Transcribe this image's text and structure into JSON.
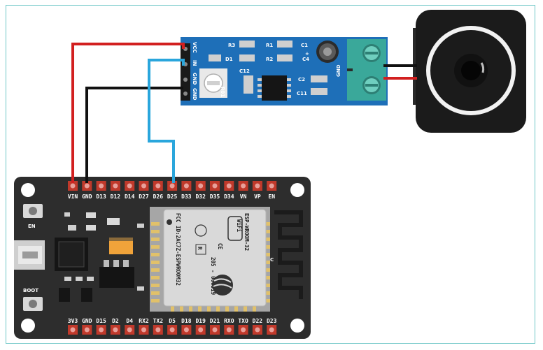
{
  "esp32": {
    "top_pins": [
      "VIN",
      "GND",
      "D13",
      "D12",
      "D14",
      "D27",
      "D26",
      "D25",
      "D33",
      "D32",
      "D35",
      "D34",
      "VN",
      "VP",
      "EN"
    ],
    "bottom_pins": [
      "3V3",
      "GND",
      "D15",
      "D2",
      "D4",
      "RX2",
      "TX2",
      "D5",
      "D18",
      "D19",
      "D21",
      "RXO",
      "TXO",
      "D22",
      "D23"
    ],
    "button_en": "EN",
    "button_boot": "BOOT",
    "module_lines": [
      "ESP-WROOM-32",
      "FCC ID:2AC7Z-ESPWROOM32",
      "205 - 000519"
    ],
    "ce_mark": "CE",
    "r_mark": "R",
    "wifi_mark": "WiFi",
    "colors": {
      "board": "#2d2d2d",
      "pin": "#c0392b",
      "module": "#a6a6a6",
      "shield": "#d9d9d9"
    }
  },
  "amplifier": {
    "pins": [
      "VCC",
      "IN",
      "GND",
      "GND"
    ],
    "components": [
      "R3",
      "R1",
      "C1",
      "D1",
      "R2",
      "C4",
      "C12",
      "C2",
      "C11",
      "R01"
    ],
    "plus": "+",
    "terminal_label": "GND",
    "colors": {
      "board": "#1e6fb8",
      "terminal": "#3aa89a"
    }
  },
  "wires": {
    "vin": {
      "from": "VIN",
      "to": "VCC",
      "color": "#d21f1f"
    },
    "gnd": {
      "from": "GND",
      "to": "GND",
      "color": "#111111"
    },
    "signal": {
      "from": "D25",
      "to": "IN",
      "color": "#2aa6dc"
    },
    "speaker_pos": {
      "color": "#d21f1f"
    },
    "speaker_neg": {
      "color": "#111111"
    }
  },
  "speaker": {
    "colors": {
      "body": "#1b1b1b",
      "ring": "#f2f2f2"
    }
  }
}
